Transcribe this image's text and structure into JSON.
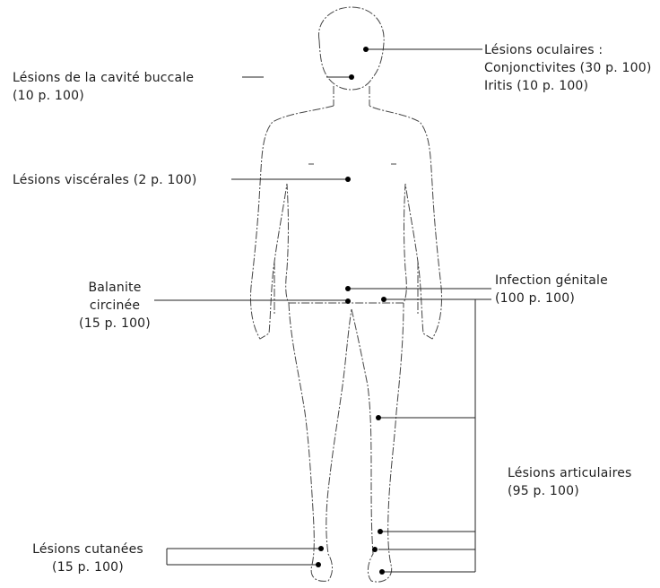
{
  "labels": {
    "ocular_title": "Lésions oculaires :",
    "ocular_conj": "Conjonctivites (30 p. 100)",
    "ocular_iritis": "Iritis (10 p. 100)",
    "buccal_line1": "Lésions de la cavité buccale",
    "buccal_line2": "(10 p. 100)",
    "visceral": "Lésions viscérales (2 p. 100)",
    "balanite_line1": "Balanite",
    "balanite_line2": "circinée",
    "balanite_line3": "(15 p. 100)",
    "genital_line1": "Infection génitale",
    "genital_line2": "(100 p. 100)",
    "articular_line1": "Lésions articulaires",
    "articular_line2": "(95 p. 100)",
    "cutaneous_line1": "Lésions cutanées",
    "cutaneous_line2": "(15 p. 100)"
  }
}
